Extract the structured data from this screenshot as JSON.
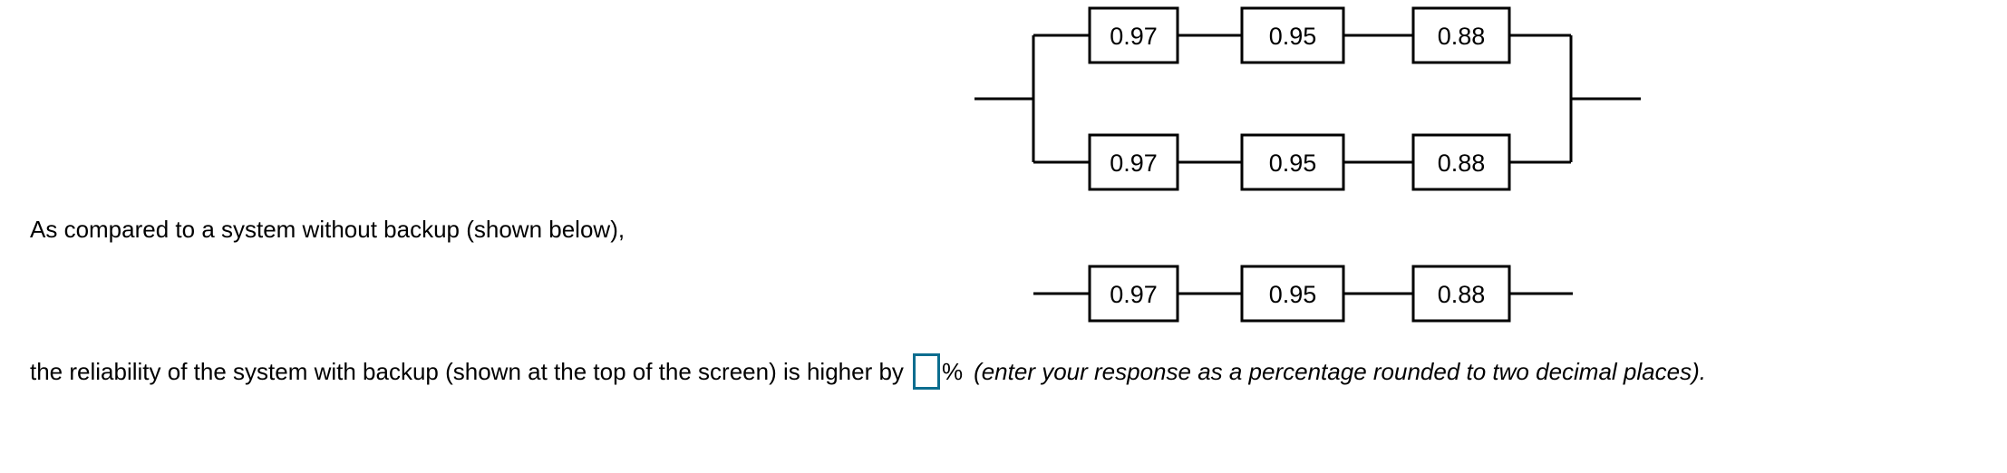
{
  "page": {
    "background": "#ffffff",
    "text_color": "#000000",
    "accent_color": "#0c6d8f"
  },
  "backup_diagram": {
    "name": "system-with-backup",
    "type": "reliability-block-diagram",
    "topology": "two parallel branches, each three components in series",
    "branches": [
      {
        "label": "top-branch",
        "components": [
          "0.97",
          "0.95",
          "0.88"
        ]
      },
      {
        "label": "bottom-branch",
        "components": [
          "0.97",
          "0.95",
          "0.88"
        ]
      }
    ]
  },
  "no_backup_diagram": {
    "name": "system-without-backup",
    "type": "reliability-block-diagram",
    "topology": "single branch, three components in series",
    "branches": [
      {
        "label": "single-branch",
        "components": [
          "0.97",
          "0.95",
          "0.88"
        ]
      }
    ]
  },
  "prose": {
    "compared_line": "As compared to a system without backup (shown below),",
    "answer_line_prefix": "the reliability of the system with backup (shown at the top of the screen) is higher by",
    "percent_symbol": "%",
    "hint": "(enter your response as a percentage rounded to two decimal places).",
    "answer_value": "",
    "answer_placeholder": ""
  }
}
